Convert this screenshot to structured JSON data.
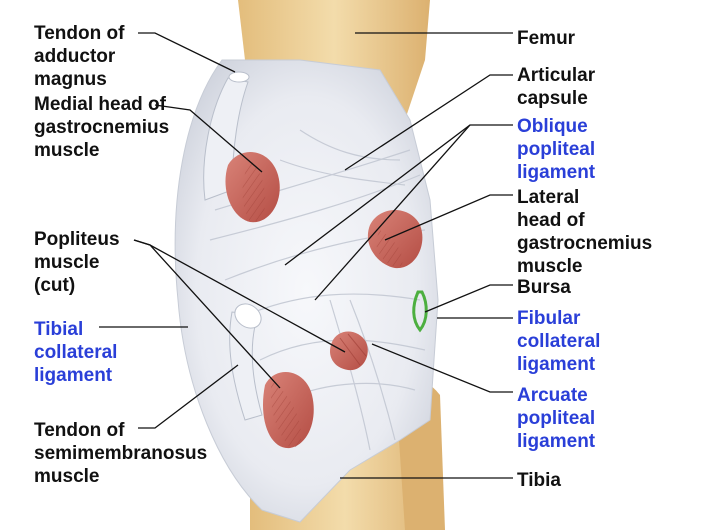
{
  "colors": {
    "label_black": "#111111",
    "label_blue": "#2a3fd8",
    "bone": "#e8c98e",
    "ligament": "#eef0f5",
    "muscle": "#c9645a",
    "bursa": "#4caf3f"
  },
  "labels": {
    "tendon_adductor_magnus": [
      "Tendon of",
      "adductor",
      "magnus"
    ],
    "medial_head_gastrocnemius": [
      "Medial head of",
      "gastrocnemius",
      "muscle"
    ],
    "popliteus_muscle": [
      "Popliteus",
      "muscle",
      "(cut)"
    ],
    "tibial_collateral_ligament": [
      "Tibial",
      "collateral",
      "ligament"
    ],
    "tendon_semimembranosus": [
      "Tendon of",
      "semimembranosus",
      "muscle"
    ],
    "femur": [
      "Femur"
    ],
    "articular_capsule": [
      "Articular",
      "capsule"
    ],
    "oblique_popliteal_ligament": [
      "Oblique",
      "popliteal",
      "ligament"
    ],
    "lateral_head_gastrocnemius": [
      "Lateral",
      "head of",
      "gastrocnemius",
      "muscle"
    ],
    "bursa": [
      "Bursa"
    ],
    "fibular_collateral_ligament": [
      "Fibular",
      "collateral",
      "ligament"
    ],
    "arcuate_popliteal_ligament": [
      "Arcuate",
      "popliteal",
      "ligament"
    ],
    "tibia": [
      "Tibia"
    ]
  }
}
